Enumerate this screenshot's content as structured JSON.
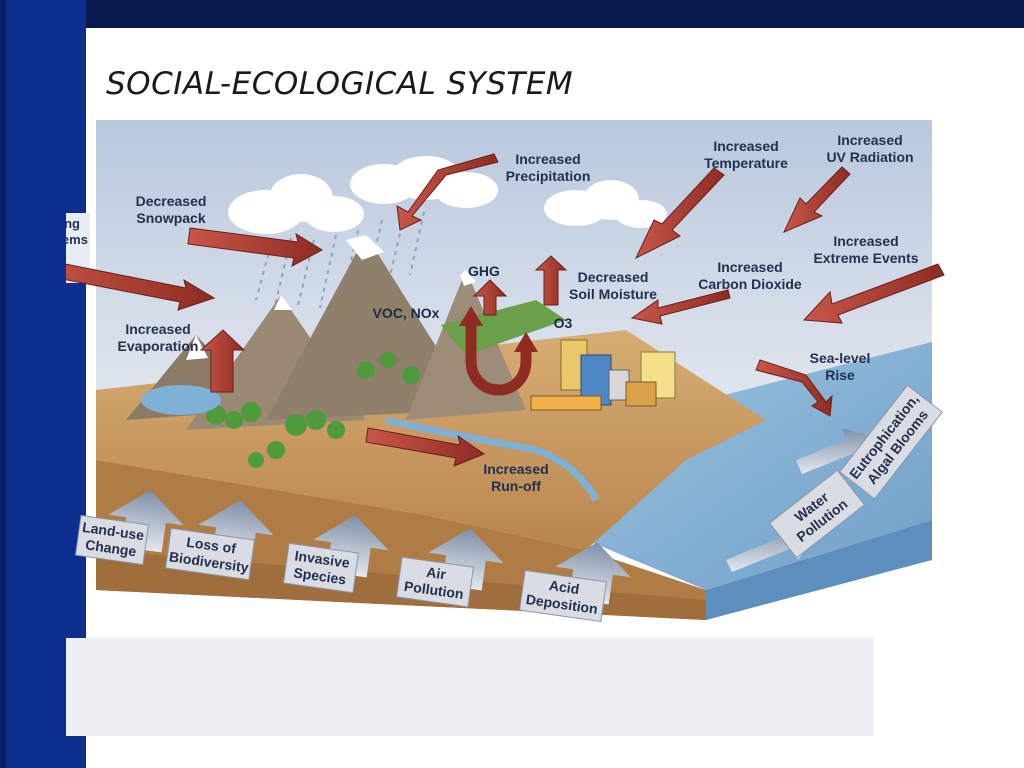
{
  "slide": {
    "title": "SOCIAL-ECOLOGICAL SYSTEM"
  },
  "diagram": {
    "side_label": [
      "Changing",
      "Ecosystems"
    ],
    "labels": {
      "decreased_snowpack": [
        "Decreased",
        "Snowpack"
      ],
      "increased_precipitation": [
        "Increased",
        "Precipitation"
      ],
      "increased_temperature": [
        "Increased",
        "Temperature"
      ],
      "increased_uv": [
        "Increased",
        "UV Radiation"
      ],
      "increased_extreme_events": [
        "Increased",
        "Extreme Events"
      ],
      "increased_co2": [
        "Increased",
        "Carbon Dioxide"
      ],
      "decreased_soil_moisture": [
        "Decreased",
        "Soil Moisture"
      ],
      "increased_evaporation": [
        "Increased",
        "Evaporation"
      ],
      "sea_level_rise": [
        "Sea-level",
        "Rise"
      ],
      "increased_runoff": [
        "Increased",
        "Run-off"
      ],
      "ghg": "GHG",
      "voc_nox": "VOC, NOx",
      "o3": "O3"
    },
    "bottom_arrows": [
      [
        "Land-use",
        "Change"
      ],
      [
        "Loss of",
        "Biodiversity"
      ],
      [
        "Invasive",
        "Species"
      ],
      [
        "Air",
        "Pollution"
      ],
      [
        "Acid",
        "Deposition"
      ]
    ],
    "right_arrows": [
      [
        "Water",
        "Pollution"
      ],
      [
        "Eutrophication,",
        "Algal Blooms"
      ]
    ]
  },
  "colors": {
    "top_bar": "#0a1a4e",
    "left_bar": "#0c2f8f",
    "sky": "#c9d6e8",
    "arrow_red": "#a83a2e",
    "water": "#8fb8d8",
    "soil": "#c89a63",
    "label_box": "#d9dde3"
  }
}
